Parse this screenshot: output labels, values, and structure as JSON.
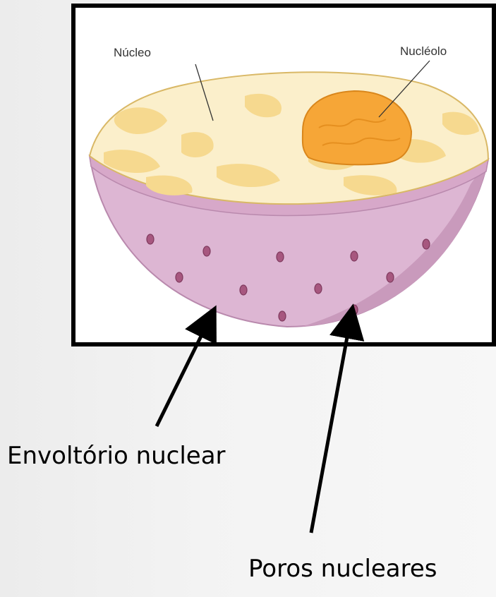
{
  "diagram": {
    "labels": {
      "nucleus": "Núcleo",
      "nucleolus": "Nucléolo",
      "nuclear_envelope": "Envoltório nuclear",
      "nuclear_pores": "Poros nucleares"
    },
    "colors": {
      "envelope": "#ddb6d3",
      "envelope_dark": "#c793b9",
      "nucleoplasm": "#fbefcb",
      "chromatin": "#f6d98f",
      "nucleolus": "#f6a637",
      "pore": "#a7577f",
      "frame": "#000000"
    }
  }
}
